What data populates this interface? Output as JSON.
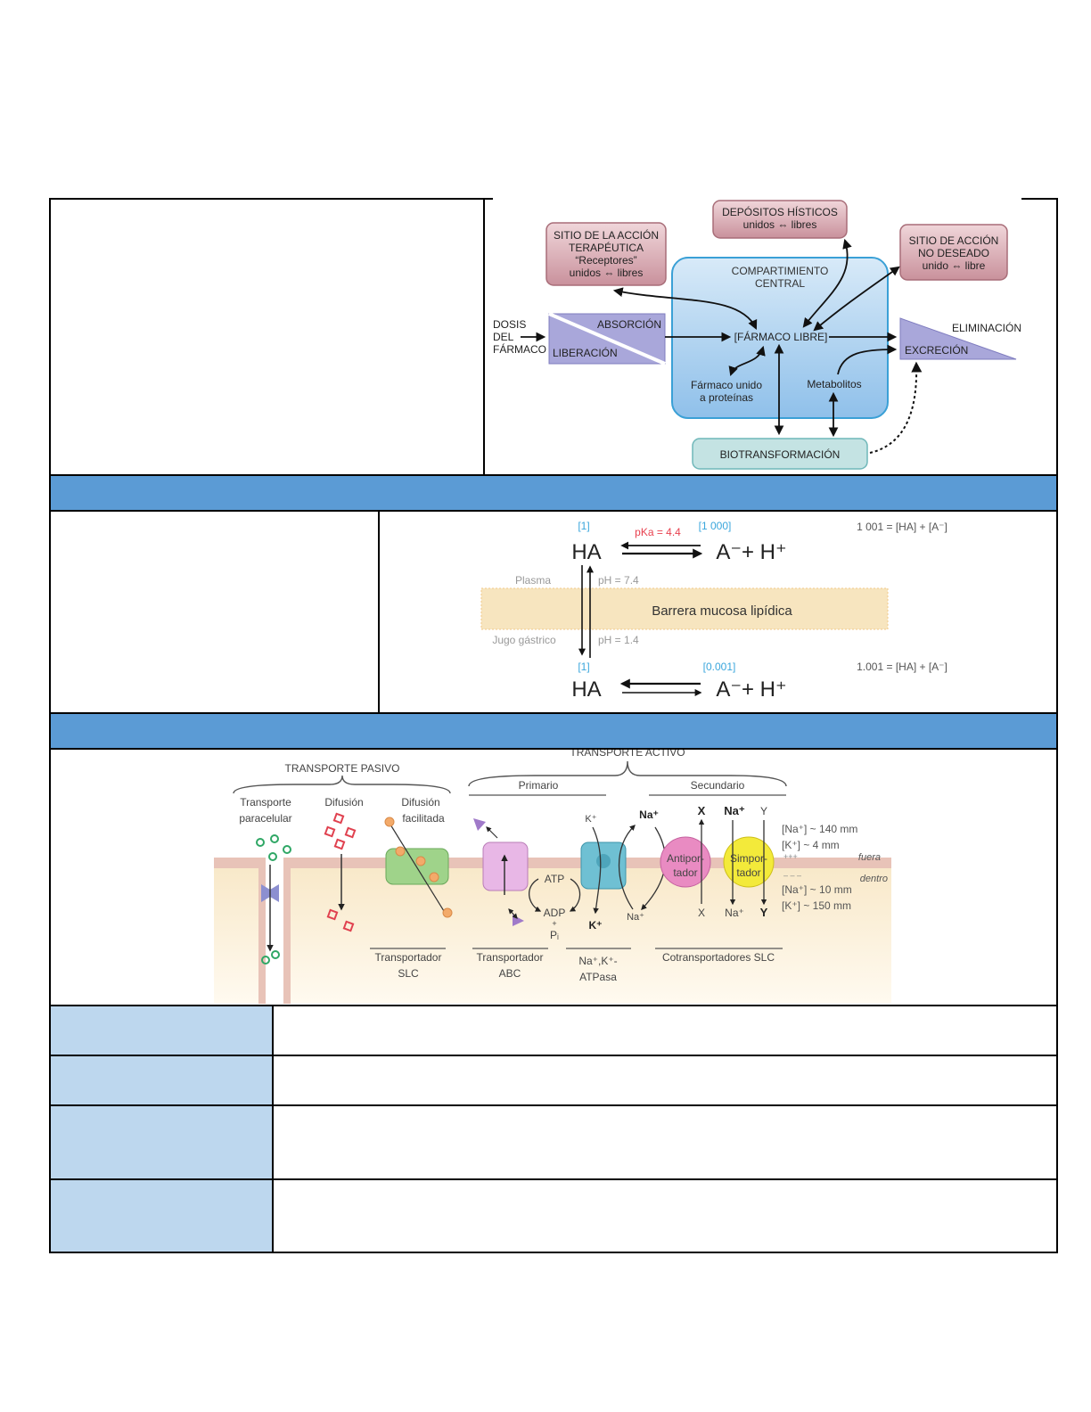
{
  "pharmacokinetics_diagram": {
    "therapeutic_site": {
      "line1": "SITIO DE LA ACCIÓN",
      "line2": "TERAPÉUTICA",
      "line3": "“Receptores”",
      "line4": "unidos ⇔ libres"
    },
    "tissue_deposits": {
      "line1": "DEPÓSITOS HÍSTICOS",
      "line2": "unidos ⇔ libres"
    },
    "undesired_site": {
      "line1": "SITIO DE ACCIÓN",
      "line2": "NO DESEADO",
      "line3": "unido ⇔ libre"
    },
    "central_compartment": {
      "line1": "COMPARTIMIENTO",
      "line2": "CENTRAL"
    },
    "free_drug": "[FÁRMACO LIBRE]",
    "protein_bound": {
      "line1": "Fármaco unido",
      "line2": "a proteínas"
    },
    "metabolites": "Metabolitos",
    "dose": {
      "line1": "DOSIS",
      "line2": "DEL",
      "line3": "FÁRMACO"
    },
    "absorption": "ABSORCIÓN",
    "release": "LIBERACIÓN",
    "elimination": "ELIMINACIÓN",
    "excretion": "EXCRECIÓN",
    "biotransformation": "BIOTRANSFORMACIÓN",
    "colors": {
      "pink_box": "#d9a3ad",
      "central_box": "#a9cdee",
      "triangle": "#a7a6d6",
      "biotrans_box": "#bfe0e0"
    }
  },
  "ion_trapping_diagram": {
    "top_conc_ha": "[1]",
    "top_conc_a": "[1 000]",
    "pka": "pKa = 4.4",
    "top_ha": "HA",
    "top_products": "A⁻+ H⁺",
    "top_total": "1 001 = [HA] + [A⁻]",
    "plasma": "Plasma",
    "plasma_ph": "pH = 7.4",
    "barrier": "Barrera mucosa lipídica",
    "gastric": "Jugo gástrico",
    "gastric_ph": "pH = 1.4",
    "bottom_conc_ha": "[1]",
    "bottom_conc_a": "[0.001]",
    "bottom_total": "1.001 = [HA] + [A⁻]",
    "bottom_ha": "HA",
    "bottom_products": "A⁻+ H⁺",
    "colors": {
      "conc": "#3aa6dc",
      "pka": "#e8414f",
      "barrier": "#f7e5bf"
    }
  },
  "transport_diagram": {
    "passive_title": "TRANSPORTE PASIVO",
    "active_title": "TRANSPORTE ACTIVO",
    "paracellular": {
      "line1": "Transporte",
      "line2": "paracelular"
    },
    "diffusion": "Difusión",
    "facilitated": {
      "line1": "Difusión",
      "line2": "facilitada"
    },
    "primary": "Primario",
    "secondary": "Secundario",
    "k_top": "K⁺",
    "na_top": "Na⁺",
    "x_top": "X",
    "na_top2": "Na⁺",
    "y_top": "Y",
    "atp": "ATP",
    "adp": "ADP",
    "plus": "+",
    "pi": "Pᵢ",
    "k_bottom": "K⁺",
    "na_bottom": "Na⁺",
    "x_bottom": "X",
    "na_bottom2": "Na⁺",
    "y_bottom": "Y",
    "antiporter": {
      "line1": "Antipor-",
      "line2": "tador"
    },
    "symporter": {
      "line1": "Simpor-",
      "line2": "tador"
    },
    "out_na": "[Na⁺] ~ 140 mm",
    "out_k": "[K⁺] ~ 4 mm",
    "plus_signs": "+++",
    "fuera": "fuera",
    "minus_signs": "– – –",
    "dentro": "dentro",
    "in_na": "[Na⁺] ~ 10 mm",
    "in_k": "[K⁺] ~ 150 mm",
    "slc": {
      "line1": "Transportador",
      "line2": "SLC"
    },
    "abc": {
      "line1": "Transportador",
      "line2": "ABC"
    },
    "atpase": {
      "line1": "Na⁺,K⁺-",
      "line2": "ATPasa"
    },
    "cotransport": "Cotransportadores SLC"
  },
  "table": {
    "header_bar_color": "#5b9bd5",
    "label_cell_color": "#bdd7ee",
    "rows": [
      {
        "label": "",
        "value": ""
      },
      {
        "label": "",
        "value": ""
      },
      {
        "label": "",
        "value": ""
      },
      {
        "label": "",
        "value": ""
      }
    ]
  }
}
